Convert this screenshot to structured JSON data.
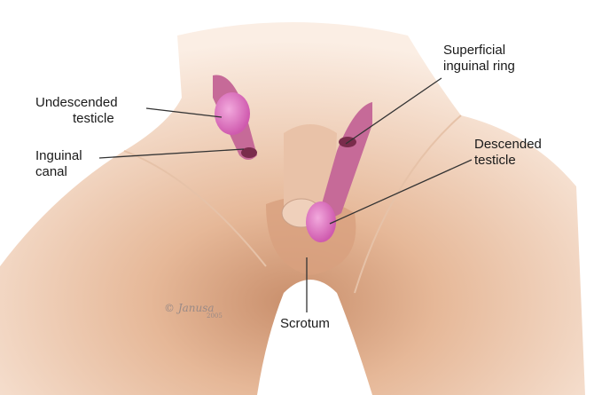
{
  "labels": {
    "undescended_testicle": [
      "Undescended",
      "testicle"
    ],
    "inguinal_canal": [
      "Inguinal",
      "canal"
    ],
    "superficial_inguinal_ring": [
      "Superficial",
      "inguinal ring"
    ],
    "descended_testicle": [
      "Descended",
      "testicle"
    ],
    "scrotum": "Scrotum"
  },
  "signature": {
    "text": "© Janusa",
    "year": "2005"
  },
  "colors": {
    "skin": "#f3d9c4",
    "skin_shadow": "#c98f6c",
    "testicle": "#e27bc4",
    "canal": "#b85a8a"
  }
}
